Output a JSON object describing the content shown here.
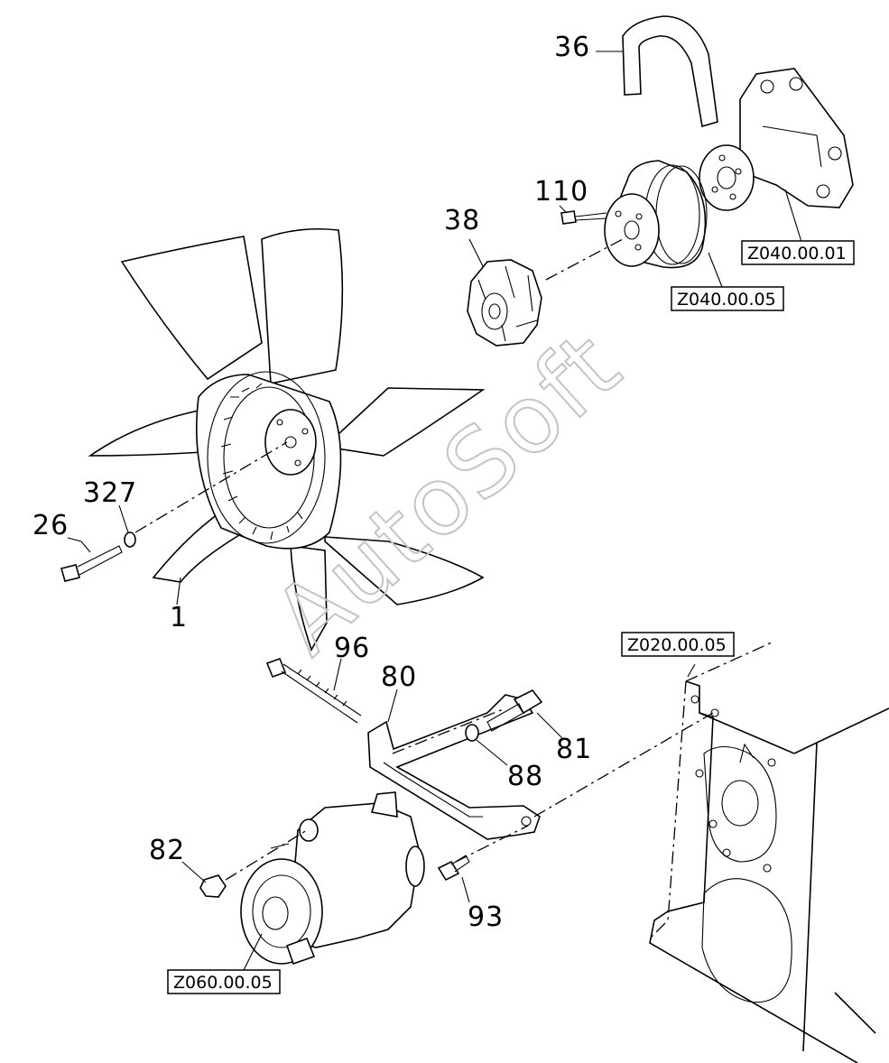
{
  "watermark": "AutoSoft",
  "callouts": {
    "c36": "36",
    "c110": "110",
    "c38": "38",
    "c327": "327",
    "c26": "26",
    "c1": "1",
    "c96": "96",
    "c80": "80",
    "c81": "81",
    "c88": "88",
    "c82": "82",
    "c93": "93"
  },
  "references": {
    "water_pump": "Z040.00.01",
    "pulley": "Z040.00.05",
    "cylinder_block": "Z020.00.05",
    "alternator": "Z060.00.05"
  }
}
